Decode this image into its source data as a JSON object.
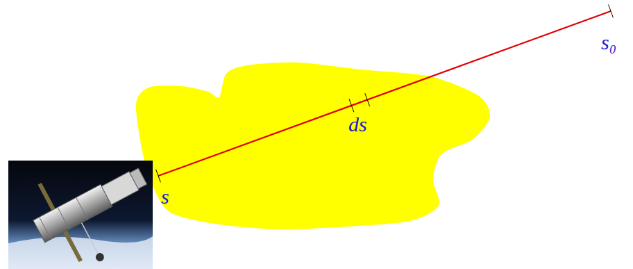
{
  "diagram": {
    "labels": [
      "s₀",
      "ds",
      "s"
    ]
  }
}
